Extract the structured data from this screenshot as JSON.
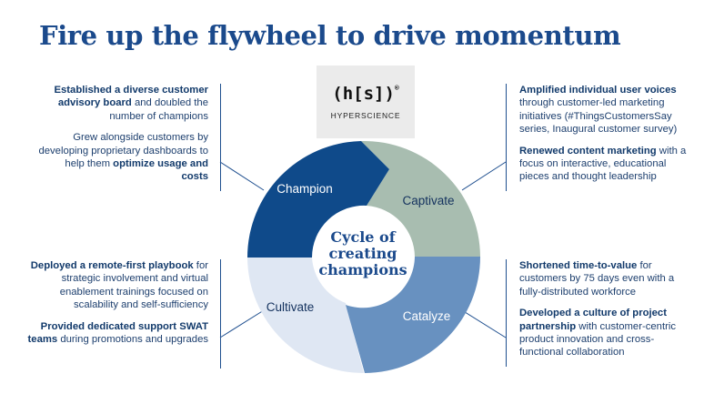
{
  "title": "Fire up the flywheel to drive momentum",
  "logo": {
    "mark": "(h[s])",
    "reg": "®",
    "name": "HYPERSCIENCE"
  },
  "center_label": [
    "Cycle of",
    "creating",
    "champions"
  ],
  "segments": [
    {
      "key": "champion",
      "label": "Champion",
      "color": "#0f4a8a",
      "text_color": "#ffffff"
    },
    {
      "key": "captivate",
      "label": "Captivate",
      "color": "#a8bdb0",
      "text_color": "#14325e"
    },
    {
      "key": "catalyze",
      "label": "Catalyze",
      "color": "#6891c0",
      "text_color": "#ffffff"
    },
    {
      "key": "cultivate",
      "label": "Cultivate",
      "color": "#dfe7f3",
      "text_color": "#14325e"
    }
  ],
  "blocks": {
    "top_left": [
      {
        "bold": "Established a diverse customer advisory board",
        "rest": " and doubled the number of champions"
      },
      {
        "pre": "Grew alongside customers by developing proprietary dashboards to help them ",
        "bold": "optimize usage and costs"
      }
    ],
    "top_right": [
      {
        "bold": "Amplified individual user voices",
        "rest": " through customer-led marketing initiatives (#ThingsCustomersSay series, Inaugural customer survey)"
      },
      {
        "bold": "Renewed content marketing",
        "rest": " with a focus on interactive, educational pieces and thought leadership"
      }
    ],
    "bottom_left": [
      {
        "bold": "Deployed a remote-first playbook",
        "rest": " for strategic involvement and virtual enablement trainings focused on scalability and self-sufficiency"
      },
      {
        "bold": "Provided dedicated support SWAT teams",
        "rest": " during promotions and upgrades"
      }
    ],
    "bottom_right": [
      {
        "bold": "Shortened time-to-value",
        "rest": " for customers by 75 days even with a fully-distributed workforce"
      },
      {
        "bold": "Developed a culture of project partnership",
        "rest": " with customer-centric product innovation and cross-functional collaboration"
      }
    ]
  },
  "colors": {
    "title": "#1b4a8c",
    "connector": "#1f4f8f"
  }
}
